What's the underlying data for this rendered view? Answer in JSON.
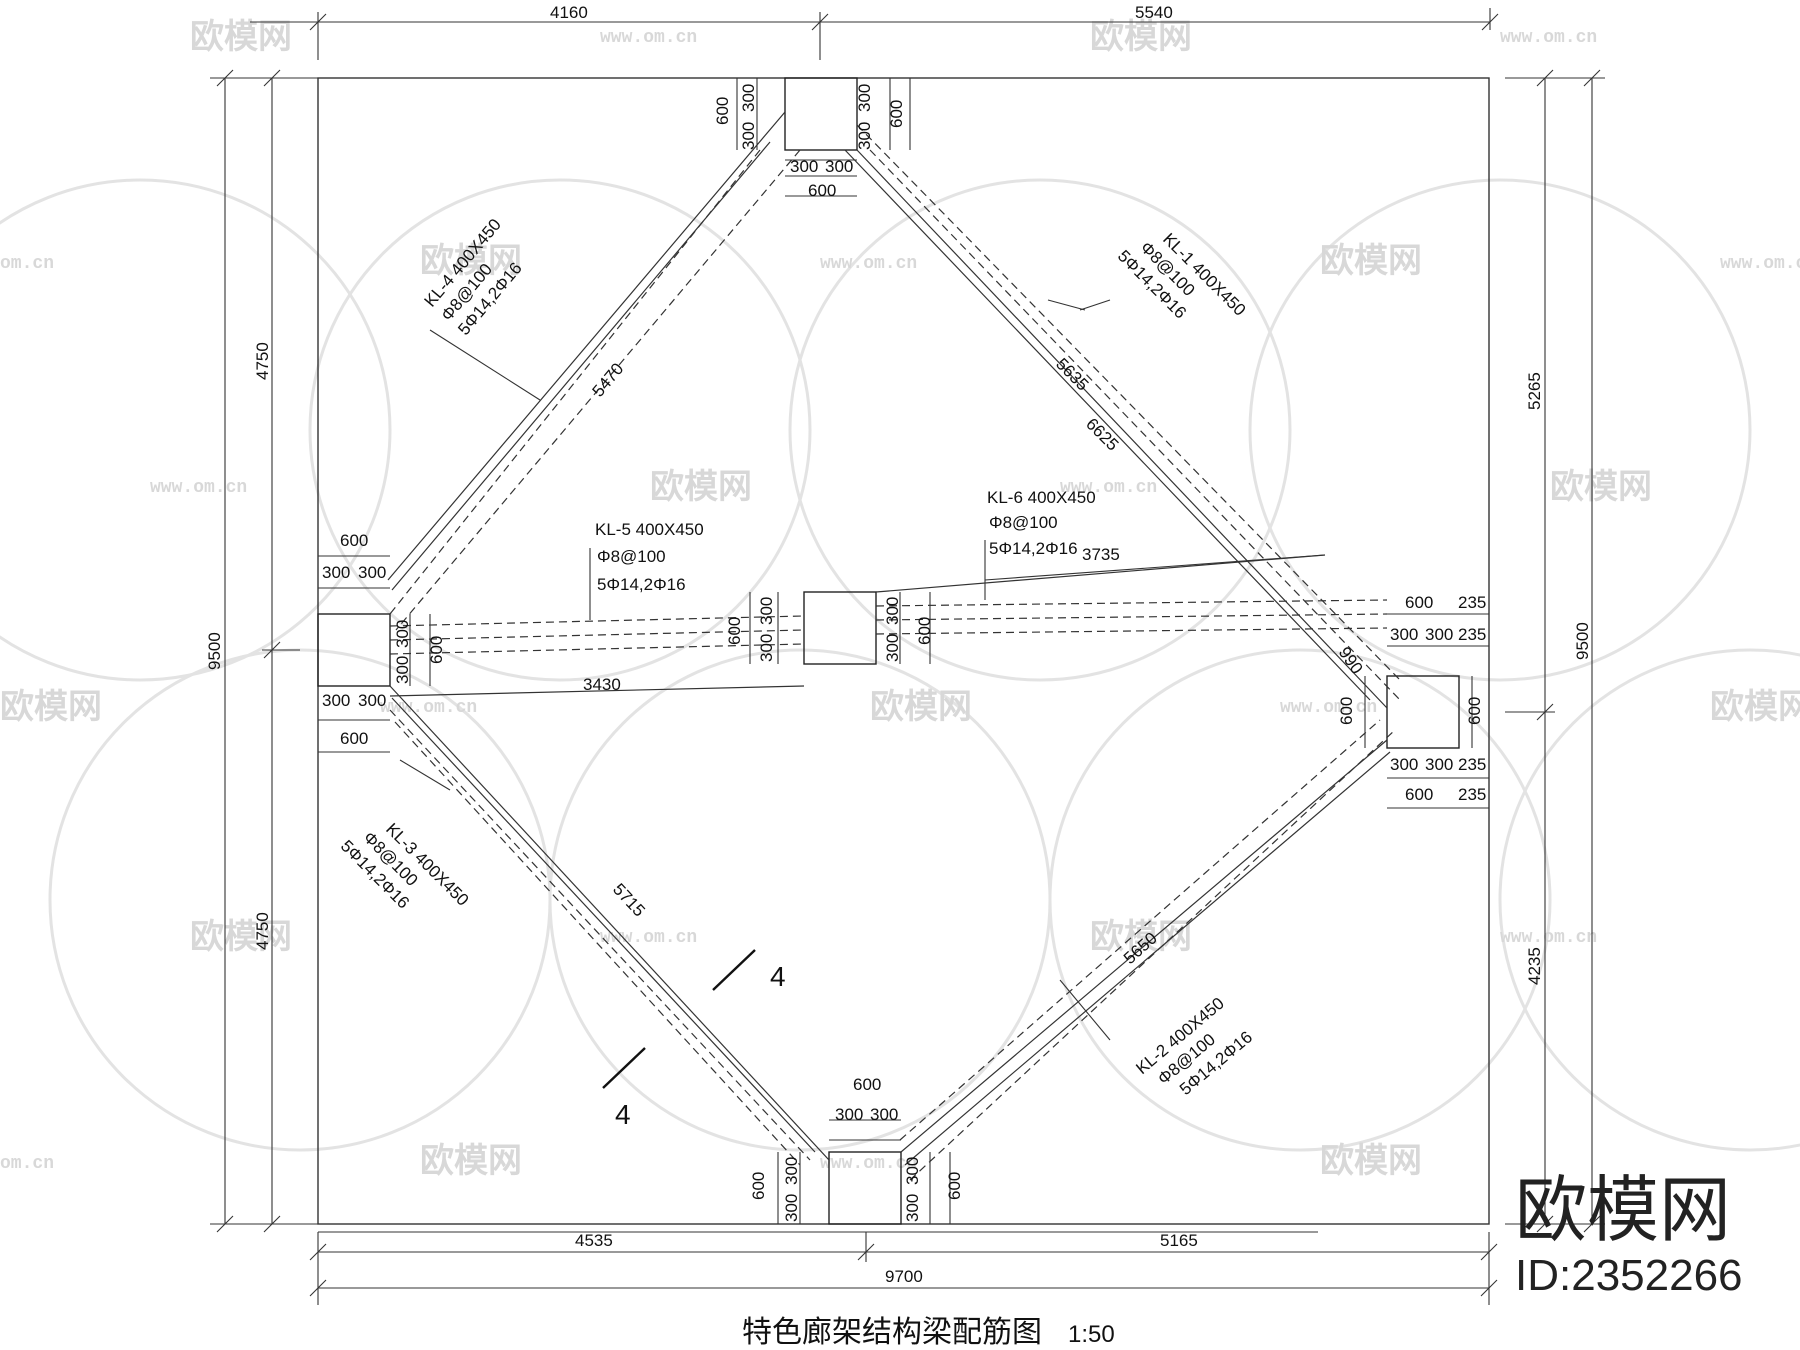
{
  "drawing": {
    "title": "特色廊架结构梁配筋图",
    "scale": "1:50",
    "section_mark": "4"
  },
  "watermark": {
    "brand": "欧模网",
    "url": "www.om.cn",
    "url_fragment": "om.cn",
    "id": "ID:2352266"
  },
  "dimensions": {
    "top": [
      "4160",
      "5540"
    ],
    "bottom": [
      "4535",
      "5165"
    ],
    "bottom_total": "9700",
    "left_outer": "9500",
    "left_inner": [
      "4750",
      "4750"
    ],
    "right_outer": "9500",
    "right_inner": [
      "5265",
      "4235"
    ]
  },
  "beams": [
    {
      "id": "KL-1",
      "size": "KL-1  400X450",
      "stirrup": "Φ8@100",
      "bars": "5Φ14,2Φ16",
      "length": "5635"
    },
    {
      "id": "KL-2",
      "size": "KL-2  400X450",
      "stirrup": "Φ8@100",
      "bars": "5Φ14,2Φ16",
      "length": "5650"
    },
    {
      "id": "KL-3",
      "size": "KL-3  400X450",
      "stirrup": "Φ8@100",
      "bars": "5Φ14,2Φ16",
      "length": "5715"
    },
    {
      "id": "KL-4",
      "size": "KL-4  400X450",
      "stirrup": "Φ8@100",
      "bars": "5Φ14,2Φ16",
      "length": "5470"
    },
    {
      "id": "KL-5",
      "size": "KL-5  400X450",
      "stirrup": "Φ8@100",
      "bars": "5Φ14,2Φ16",
      "length": "3430"
    },
    {
      "id": "KL-6",
      "size": "KL-6  400X450",
      "stirrup": "Φ8@100",
      "bars": "5Φ14,2Φ16",
      "length": "3735"
    }
  ],
  "extra_dims": {
    "diag": "6625",
    "short": "990",
    "col": "600",
    "half": "300",
    "edge": "235"
  }
}
